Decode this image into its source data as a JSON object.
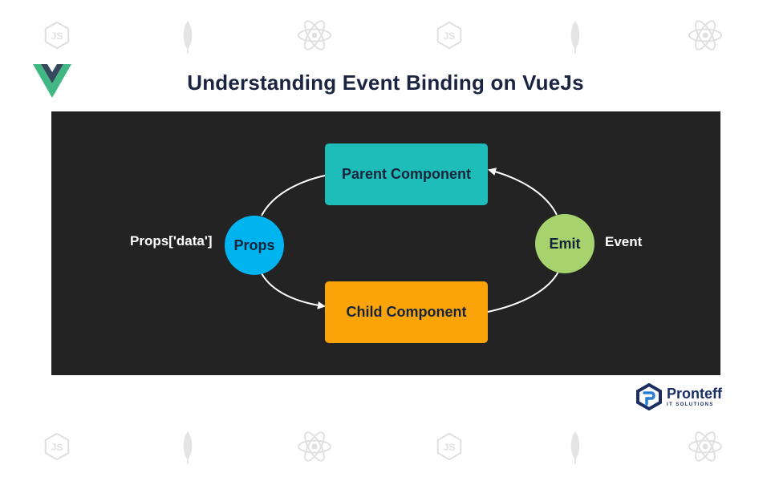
{
  "title": "Understanding Event Binding on VueJs",
  "diagram": {
    "parent": "Parent Component",
    "child": "Child Component",
    "props_node": "Props",
    "emit_node": "Emit",
    "props_label": "Props['data']",
    "event_label": "Event"
  },
  "brand": {
    "name": "Pronteff",
    "tagline": "IT SOLUTIONS"
  },
  "colors": {
    "parent": "#1fbdb9",
    "child": "#fba40a",
    "props": "#00b5ef",
    "emit": "#a6d36d",
    "panel": "#232323",
    "title": "#1b2440"
  },
  "background_icons": [
    "js-icon",
    "mongodb-leaf-icon",
    "react-icon",
    "js-icon",
    "mongodb-leaf-icon",
    "react-icon"
  ]
}
